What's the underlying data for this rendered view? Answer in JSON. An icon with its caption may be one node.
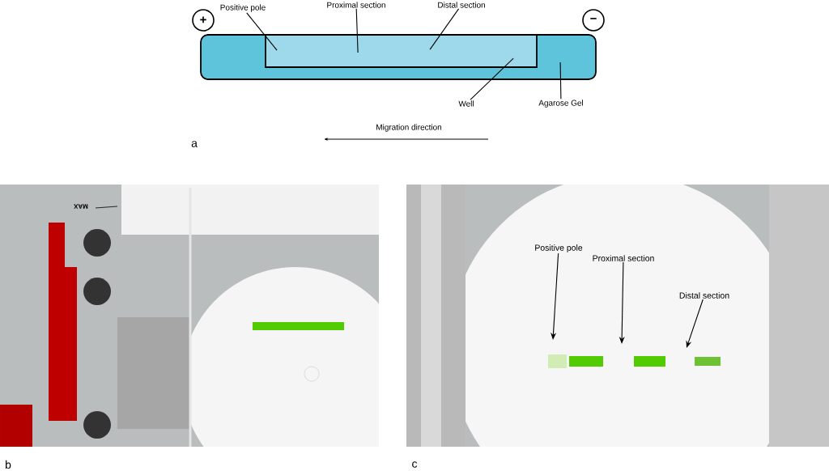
{
  "diagram": {
    "nodes": [
      {
        "text": [
          "Positive pole"
        ]
      },
      {
        "text": [
          "Proximal section"
        ]
      },
      {
        "text": [
          "Distal section"
        ]
      },
      {
        "text": [
          "Well"
        ]
      },
      {
        "text": [
          "Agarose Gel"
        ]
      },
      {
        "text": [],
        "shape": "box"
      },
      {
        "text": [],
        "shape": "box",
        "in": 5
      },
      {
        "text": [
          "+"
        ]
      },
      {
        "text": [
          "−"
        ]
      },
      {
        "text": [],
        "shape": "picture"
      },
      {
        "text": [],
        "shape": "picture"
      },
      {
        "text": [
          "Positive pole"
        ],
        "in": 10
      },
      {
        "text": [
          "Proximal section"
        ],
        "in": 10
      },
      {
        "text": [
          "Distal section"
        ],
        "in": 10
      }
    ],
    "edges": [
      {
        "from": 0,
        "to": 6,
        "arrow": "none"
      },
      {
        "from": 1,
        "to": 6,
        "arrow": "none"
      },
      {
        "from": 2,
        "to": 6,
        "arrow": "none"
      },
      {
        "from": 3,
        "to": 6,
        "arrow": "none"
      },
      {
        "from": 4,
        "to": 5,
        "arrow": "none"
      },
      {
        "from": 11,
        "to": null,
        "arrow": "to"
      },
      {
        "from": 12,
        "to": null,
        "arrow": "to"
      },
      {
        "from": 13,
        "to": null,
        "arrow": "to"
      }
    ],
    "labels": [
      "Migration direction",
      "a",
      "MAX",
      "b",
      "c"
    ]
  }
}
